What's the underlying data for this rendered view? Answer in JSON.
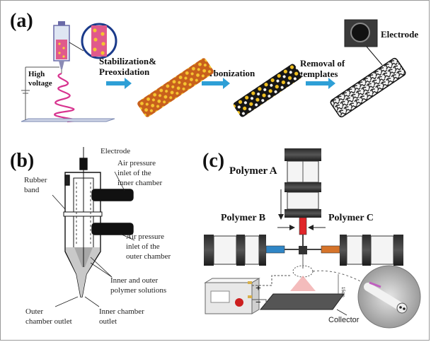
{
  "panel_a": {
    "label": "(a)",
    "voltage_label": [
      "High",
      "voltage"
    ],
    "step1_label": [
      "Stabilization&",
      "Preoxidation"
    ],
    "step2_label": "Carbonization",
    "step3_label": [
      "Removal of",
      "templates"
    ],
    "electrode_label": "Electrode"
  },
  "panel_b": {
    "label": "(b)",
    "electrode": "Electrode",
    "rubber_band": [
      "Rubber",
      "band"
    ],
    "air_inner": [
      "Air pressure",
      "inlet of the",
      "inner chamber"
    ],
    "air_outer": [
      "Air pressure",
      "inlet of the",
      "outer chamber"
    ],
    "solutions": [
      "Inner and outer",
      "polymer solutions"
    ],
    "outer_outlet": [
      "Outer",
      "chamber outlet"
    ],
    "inner_outlet": [
      "Inner chamber",
      "outlet"
    ]
  },
  "panel_c": {
    "label": "(c)",
    "polymer_a": "Polymer A",
    "polymer_b": "Polymer B",
    "polymer_c": "Polymer C",
    "collector": "Collector",
    "plus": "+",
    "minus": "−",
    "scale": "15cm",
    "colors": {
      "polymer_a": "#e0262a",
      "polymer_b": "#2f86c6",
      "polymer_c": "#d6742a"
    }
  },
  "arrow_color": "#2e9fd6"
}
